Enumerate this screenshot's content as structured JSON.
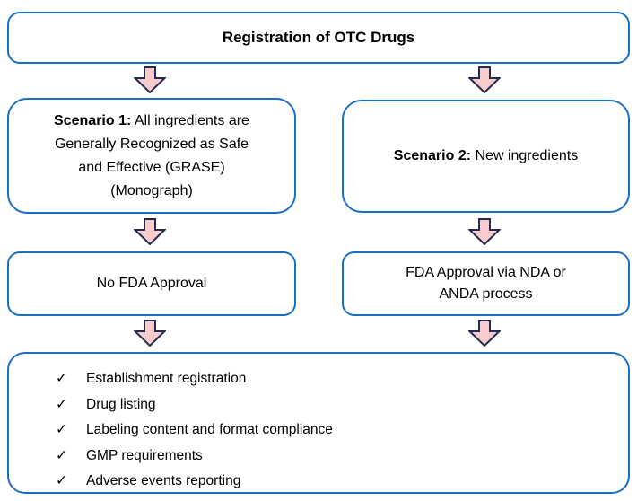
{
  "colors": {
    "background": "#ffffff",
    "box_border": "#1a6fc4",
    "arrow_fill": "#f8cbcd",
    "arrow_stroke": "#232c50",
    "text": "#000000"
  },
  "flowchart": {
    "title": "Registration of OTC Drugs",
    "scenario1": {
      "bold": "Scenario 1:",
      "text": " All ingredients are\nGenerally Recognized as Safe\nand Effective (GRASE)\n(Monograph)"
    },
    "scenario2": {
      "bold": "Scenario 2:",
      "text": " New ingredients"
    },
    "no_approval": "No FDA Approval",
    "approval": "FDA Approval via NDA or\nANDA process",
    "requirements": {
      "check_glyph": "✓",
      "items": [
        "Establishment registration",
        "Drug listing",
        "Labeling content and format compliance",
        "GMP requirements",
        "Adverse events reporting"
      ]
    }
  }
}
